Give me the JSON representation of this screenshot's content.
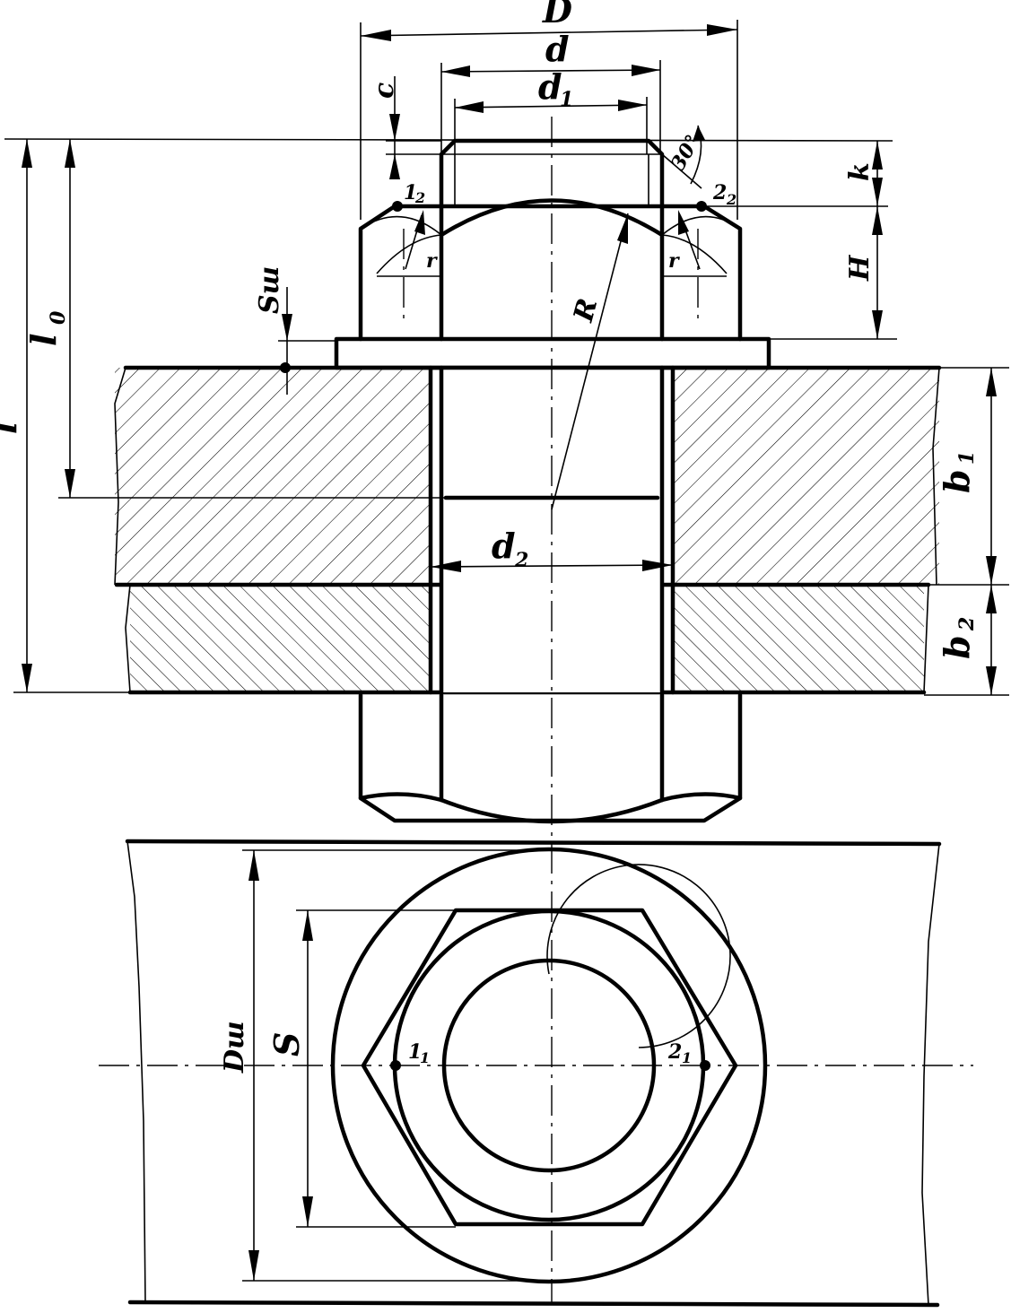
{
  "labels": {
    "D": "D",
    "d": "d",
    "d1": "d",
    "d1_sub": "1",
    "c": "c",
    "k": "k",
    "H": "H",
    "angle": "30°",
    "pt_1_2": "1",
    "pt_1_2_sub": "2",
    "pt_2_2": "2",
    "pt_2_2_sub": "2",
    "r_left": "r",
    "r_right": "r",
    "R": "R",
    "S_sh": "Sш",
    "l0": "l",
    "l0_sub": "0",
    "l": "l",
    "b1": "b",
    "b1_sub": "1",
    "b2": "b",
    "b2_sub": "2",
    "d2": "d",
    "d2_sub": "2",
    "D_sh": "Dш",
    "S": "S",
    "pt_1_1": "1",
    "pt_1_1_sub": "1",
    "pt_2_1": "2",
    "pt_2_1_sub": "1"
  }
}
